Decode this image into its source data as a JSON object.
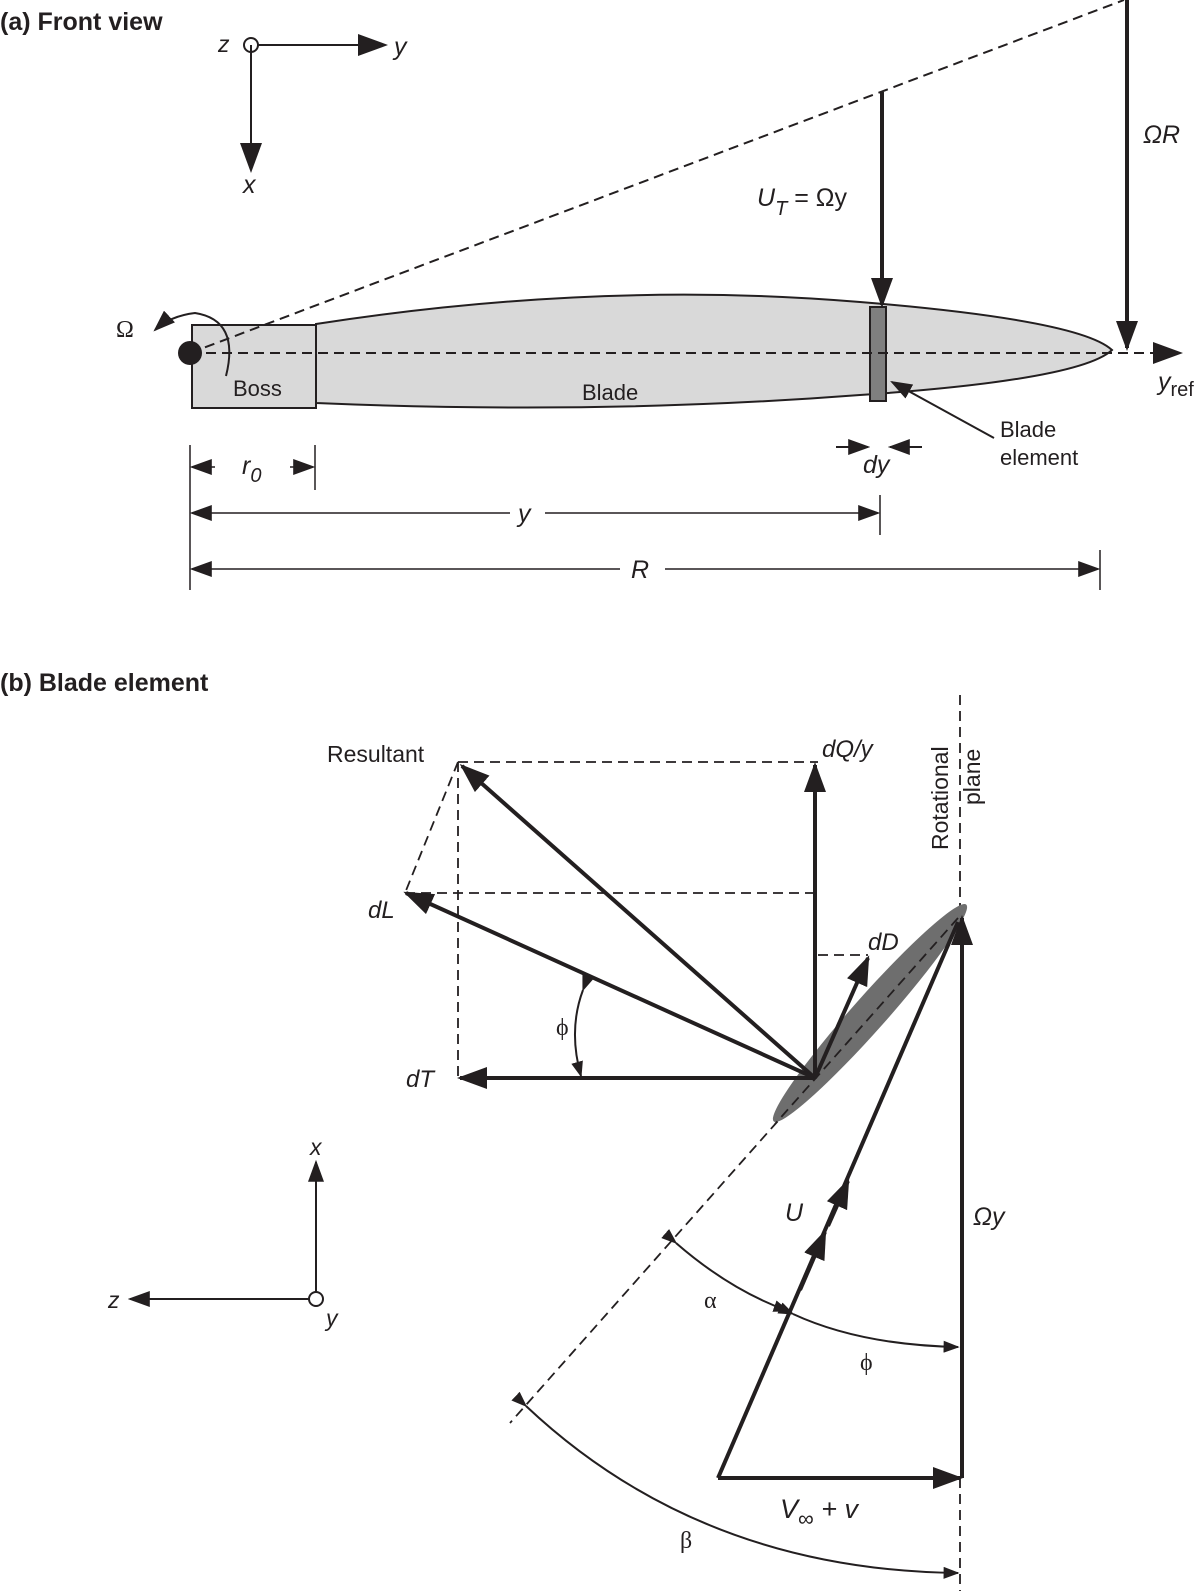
{
  "panel_a": {
    "title": "(a) Front view",
    "axes": {
      "z": "z",
      "y": "y",
      "x": "x"
    },
    "labels": {
      "omega": "Ω",
      "boss": "Boss",
      "blade": "Blade",
      "ut_main": "U",
      "ut_sub": "T",
      "ut_eq": " = Ωy",
      "omega_r": "ΩR",
      "yref_main": "y",
      "yref_sub": "ref",
      "blade_element_1": "Blade",
      "blade_element_2": "element",
      "dy": "dy",
      "r0_main": "r",
      "r0_sub": "0",
      "y_dim": "y",
      "R_dim": "R"
    }
  },
  "panel_b": {
    "title": "(b) Blade element",
    "axes": {
      "x": "x",
      "z": "z",
      "y": "y"
    },
    "labels": {
      "resultant": "Resultant",
      "dq": "dQ/y",
      "rot_plane_1": "Rotational",
      "rot_plane_2": "plane",
      "dl": "dL",
      "dd": "dD",
      "dt": "dT",
      "phi_upper": "ϕ",
      "u": "U",
      "omega_y": "Ωy",
      "alpha": "α",
      "phi_lower": "ϕ",
      "beta": "β",
      "v_inf_main": "V",
      "v_inf_sub": "∞",
      "v_plus": " + v"
    }
  },
  "colors": {
    "ink": "#231f20",
    "blade_fill": "#d9d9d9",
    "element_fill": "#7f7f7f",
    "airfoil_fill": "#6e6e6e"
  }
}
